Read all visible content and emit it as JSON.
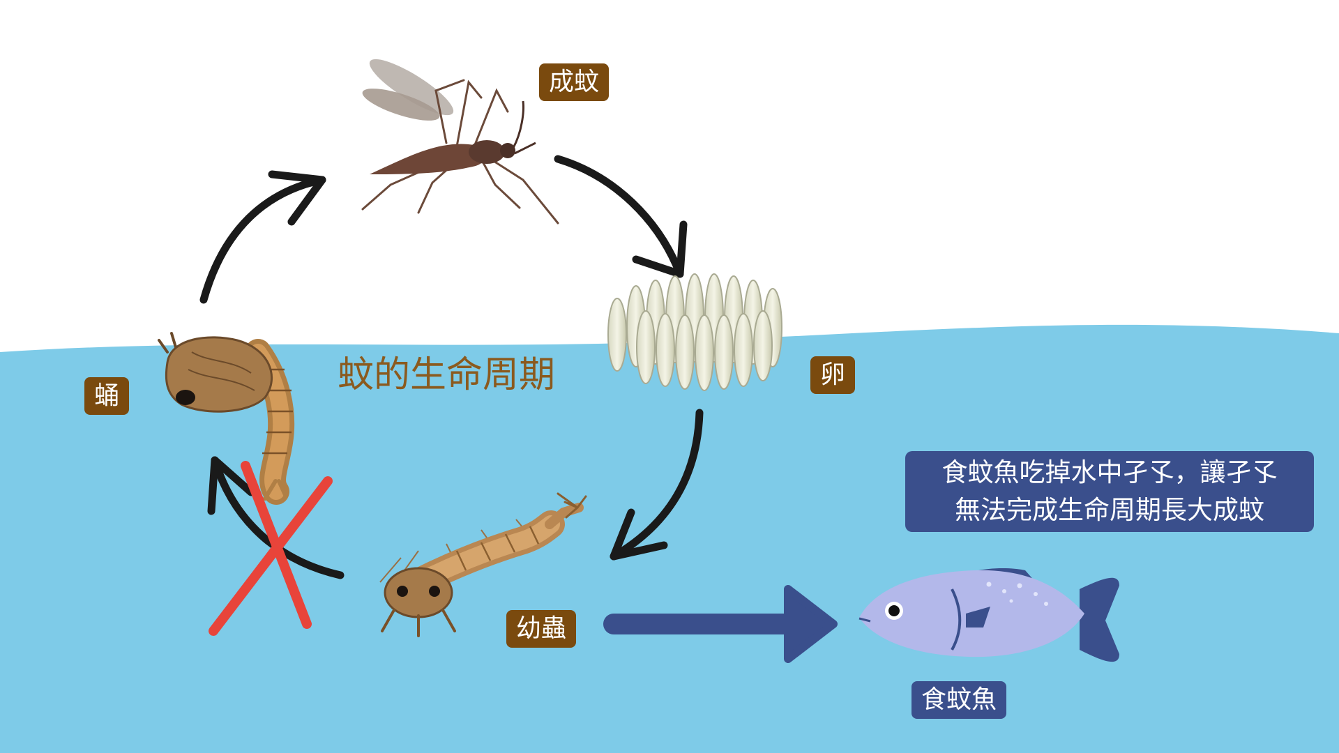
{
  "diagram": {
    "title": "蚊的生命周期",
    "stages": {
      "adult": "成蚊",
      "egg": "卵",
      "larva": "幼蟲",
      "pupa": "蛹"
    },
    "predator_label": "食蚊魚",
    "note_lines": [
      "食蚊魚吃掉水中孑孓，讓孑孓",
      "無法完成生命周期長大成蚊"
    ]
  },
  "colors": {
    "water": "#7ecbe8",
    "stage_tag": "#7a4a0e",
    "note_box": "#3a4f8c",
    "cross_mark": "#e8443a",
    "cycle_arrow": "#1a1a1a",
    "predator_arrow": "#3a4f8c",
    "fish_body": "#b3b8ea"
  },
  "icons": [
    "mosquito-icon",
    "egg-raft-icon",
    "larva-icon",
    "pupa-icon",
    "fish-icon",
    "cross-mark-icon"
  ]
}
